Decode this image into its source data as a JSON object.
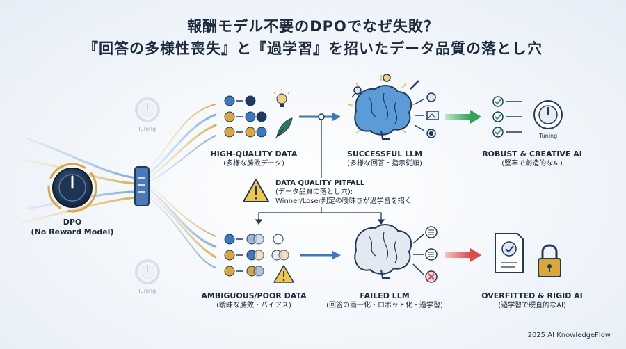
{
  "title": {
    "line1": "報酬モデル不要のDPOでなぜ失敗？",
    "line2": "『回答の多様性喪失』と『過学習』を招いたデータ品質の落とし穴"
  },
  "dpo": {
    "label": "DPO",
    "sub": "(No Reward Model)"
  },
  "tuning_labels": [
    "Tuning",
    "Tuning",
    "Tuning"
  ],
  "top": {
    "data_label": "HIGH-QUALITY DATA",
    "data_sub": "(多様な勝敗データ)",
    "llm_label": "SUCCESSFUL LLM",
    "llm_sub": "(多様な回答・指示従順)",
    "result_label": "ROBUST & CREATIVE AI",
    "result_sub": "(堅牢で創造的なAI)"
  },
  "pitfall": {
    "title": "DATA QUALITY PITFALL",
    "sub": "(データ品質の落とし穴):",
    "desc": "Winner/Loser判定の曖昧さが過学習を招く"
  },
  "bottom": {
    "data_label": "AMBIGUOUS/POOR DATA",
    "data_sub": "(曖昧な勝敗・バイアス)",
    "llm_label": "FAILED LLM",
    "llm_sub": "(回答の画一化・ロボット化・過学習)",
    "result_label": "OVERFITTED & RIGID AI",
    "result_sub": "(過学習で硬直的なAI)"
  },
  "footer": "2025 AI KnowledgeFlow",
  "colors": {
    "navy": "#1f3a5f",
    "gold": "#d9a73a",
    "blue": "#3b78c2",
    "green": "#3ba55c",
    "red": "#e04a4a"
  }
}
